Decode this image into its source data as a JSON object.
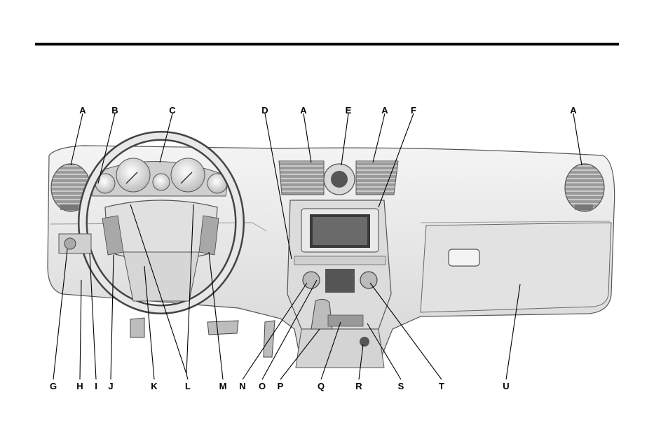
{
  "labels_top": [
    "A",
    "B",
    "C",
    "D",
    "A",
    "E",
    "A",
    "F",
    "A"
  ],
  "labels_bottom": [
    "G",
    "H",
    "I",
    "J",
    "K",
    "L",
    "M",
    "N",
    "O",
    "P",
    "Q",
    "R",
    "S",
    "T",
    "U"
  ],
  "colors": {
    "rule": "#000000",
    "dash_fill": "#e6e6e6",
    "dash_shadow": "#c8c8c8",
    "line": "#555555"
  }
}
